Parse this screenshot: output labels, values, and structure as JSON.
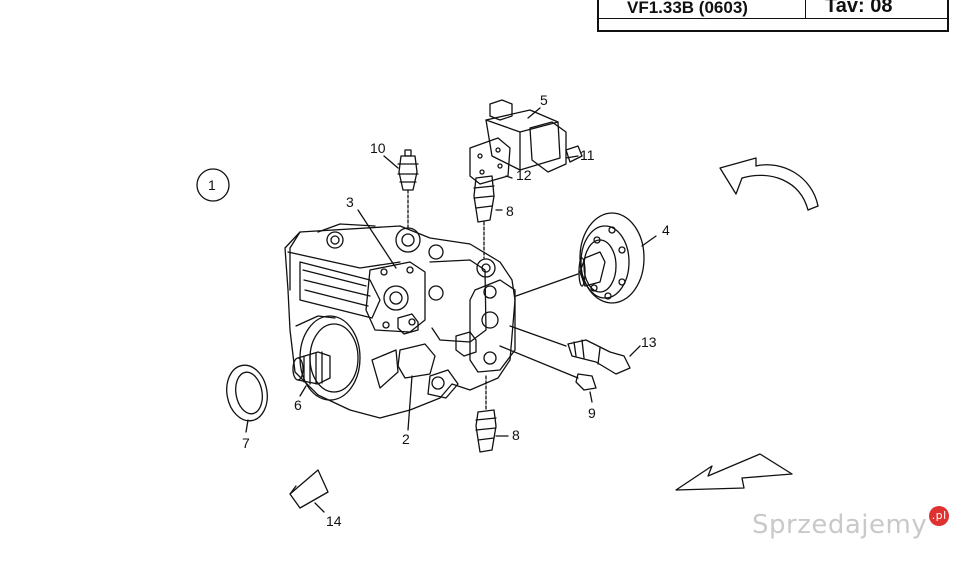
{
  "title_block": {
    "code": "VF1.33B (0603)",
    "tav": "Tav: 08"
  },
  "callouts": {
    "figure": "1",
    "c2": "2",
    "c3": "3",
    "c4": "4",
    "c5": "5",
    "c6": "6",
    "c7": "7",
    "c8a": "8",
    "c8b": "8",
    "c9": "9",
    "c10": "10",
    "c11": "11",
    "c12": "12",
    "c13": "13",
    "c14": "14"
  },
  "watermark": {
    "text": "Sprzedajemy",
    "badge": ".pl"
  }
}
